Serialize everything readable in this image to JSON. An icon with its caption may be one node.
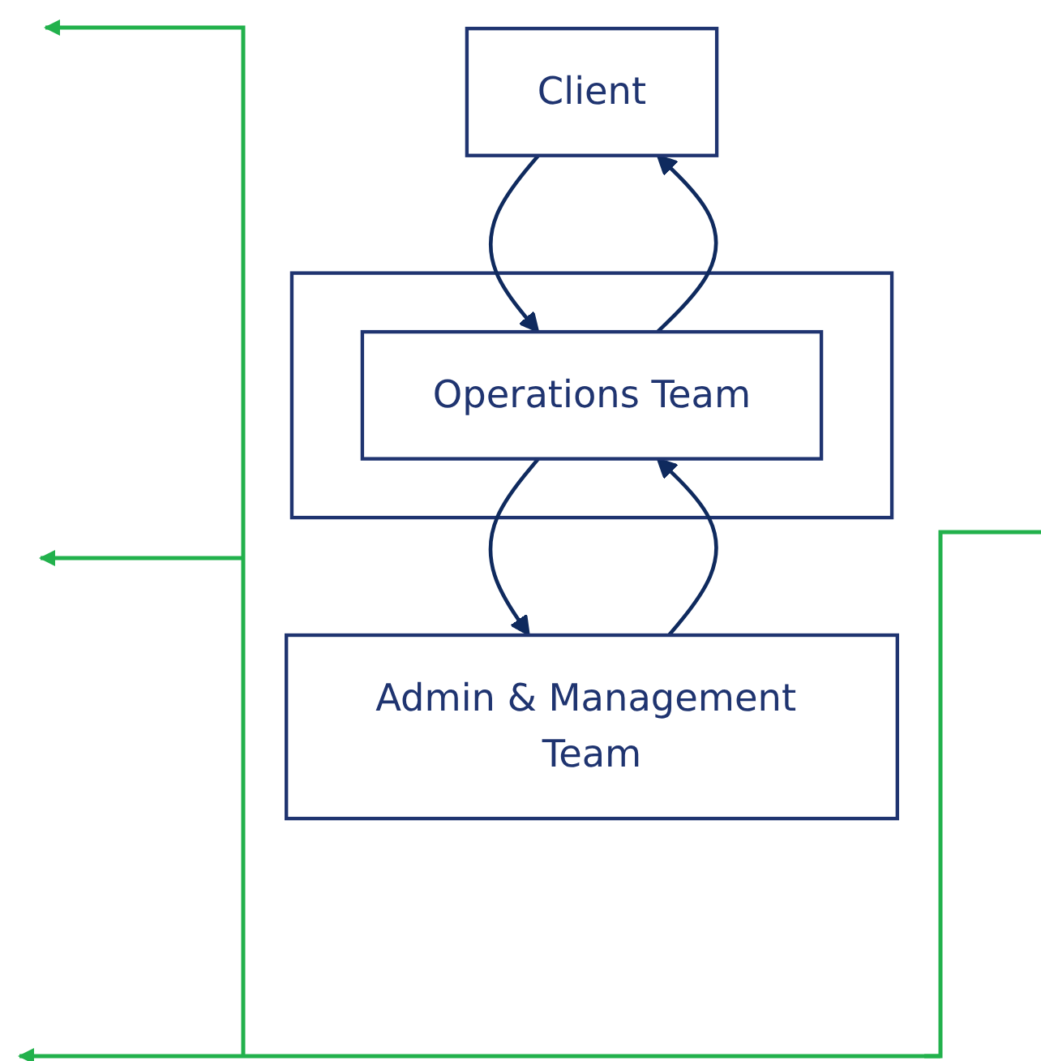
{
  "diagram": {
    "nodes": [
      {
        "text": [
          "Client"
        ]
      },
      {
        "text": [],
        "shape": "box"
      },
      {
        "text": [
          "Operations Team"
        ],
        "in": 1
      },
      {
        "text": [
          "Admin & Management Team"
        ]
      }
    ],
    "edges": [
      {
        "from": 0,
        "to": 2,
        "arrow": "to"
      },
      {
        "from": 2,
        "to": 0,
        "arrow": "to"
      },
      {
        "from": 2,
        "to": 3,
        "arrow": "to"
      },
      {
        "from": 3,
        "to": 2,
        "arrow": "to"
      }
    ]
  }
}
